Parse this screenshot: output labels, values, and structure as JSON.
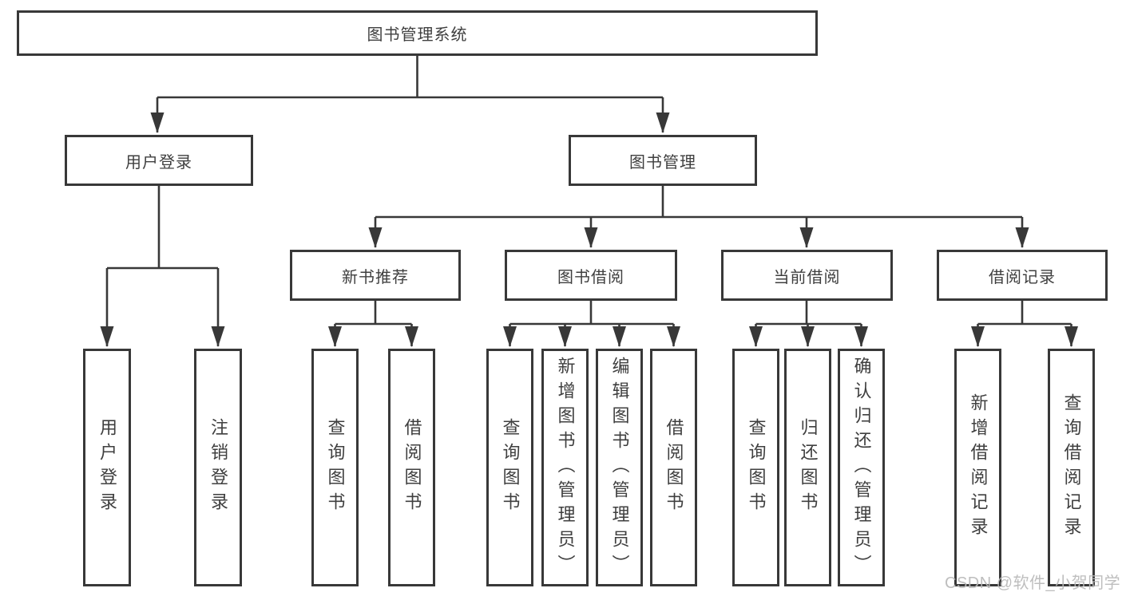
{
  "diagram_title": "图书管理系统",
  "watermark": "CSDN @软件_小贺同学",
  "colors": {
    "line": "#383838",
    "text": "#3f3f3f",
    "watermark": "#bcbcbc",
    "background": "#ffffff"
  },
  "nodes": {
    "root": "图书管理系统",
    "userLogin": {
      "label": "用户登录",
      "children": [
        "用户登录",
        "注销登录"
      ]
    },
    "bookMgmt": {
      "label": "图书管理"
    },
    "newBookRec": {
      "label": "新书推荐",
      "children": [
        "查询图书",
        "借阅图书"
      ]
    },
    "bookBorrow": {
      "label": "图书借阅",
      "children": [
        "查询图书",
        "新增图书（管理员）",
        "编辑图书（管理员）",
        "借阅图书"
      ]
    },
    "currentBorrow": {
      "label": "当前借阅",
      "children": [
        "查询图书",
        "归还图书",
        "确认归还（管理员）"
      ]
    },
    "borrowRecords": {
      "label": "借阅记录",
      "children": [
        "新增借阅记录",
        "查询借阅记录"
      ]
    }
  }
}
